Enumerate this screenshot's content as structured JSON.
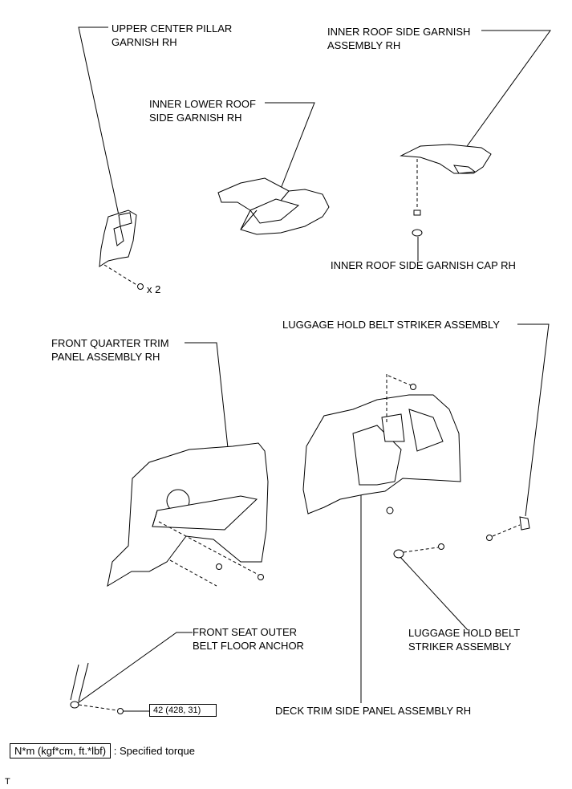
{
  "labels": {
    "upper_center_pillar": [
      "UPPER CENTER PILLAR",
      "GARNISH RH"
    ],
    "inner_roof_side": [
      "INNER ROOF SIDE GARNISH",
      "ASSEMBLY RH"
    ],
    "inner_lower_roof": [
      "INNER LOWER ROOF",
      "SIDE GARNISH RH"
    ],
    "roof_cap": "INNER ROOF SIDE GARNISH CAP RH",
    "x2": "x 2",
    "striker_top": "LUGGAGE HOLD BELT STRIKER ASSEMBLY",
    "front_quarter": [
      "FRONT QUARTER TRIM",
      "PANEL ASSEMBLY RH"
    ],
    "striker_bottom": [
      "LUGGAGE HOLD BELT",
      "STRIKER ASSEMBLY"
    ],
    "front_seat_anchor": [
      "FRONT SEAT OUTER",
      "BELT FLOOR ANCHOR"
    ],
    "deck_trim": "DECK TRIM SIDE PANEL ASSEMBLY RH"
  },
  "torque_value": "42 (428, 31)",
  "legend": {
    "unit": "N*m (kgf*cm, ft.*lbf)",
    "desc": ": Specified torque"
  },
  "corner_mark": "T"
}
